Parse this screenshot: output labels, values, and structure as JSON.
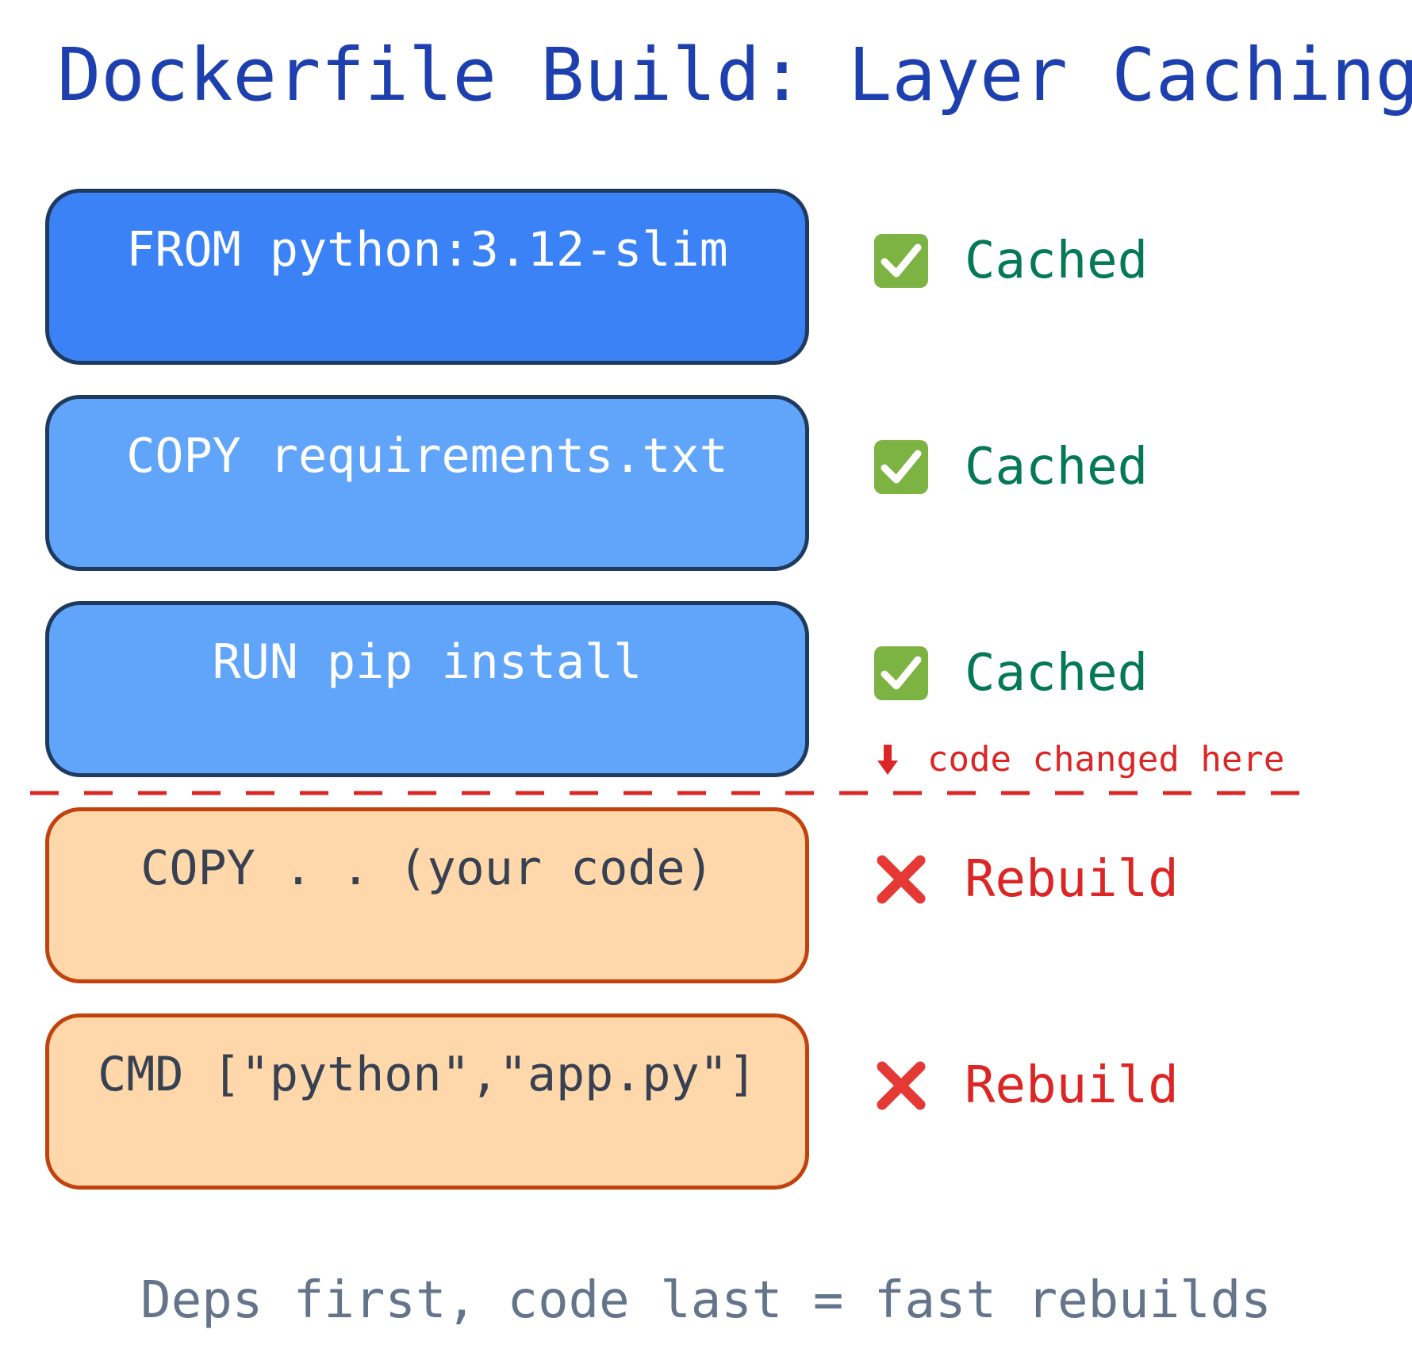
{
  "title": "Dockerfile Build: Layer Caching",
  "colors": {
    "title": "#1e40af",
    "base_fill": "#3b82f6",
    "cached_fill": "#60a5fa",
    "cached_border": "#1e3a5f",
    "cached_text": "#ffffff",
    "rebuild_fill": "#fed7aa",
    "rebuild_border": "#c2410c",
    "rebuild_text": "#374151",
    "cached_status": "#047857",
    "rebuild_status": "#dc2626",
    "divider": "#dc2626",
    "footer": "#64748b"
  },
  "layers": [
    {
      "instruction": "FROM python:3.12-slim",
      "status": "Cached",
      "status_icon": "check-mark-icon",
      "state": "cached",
      "fill": "#3b82f6"
    },
    {
      "instruction": "COPY requirements.txt",
      "status": "Cached",
      "status_icon": "check-mark-icon",
      "state": "cached",
      "fill": "#60a5fa"
    },
    {
      "instruction": "RUN pip install",
      "status": "Cached",
      "status_icon": "check-mark-icon",
      "state": "cached",
      "fill": "#60a5fa"
    },
    {
      "instruction": "COPY . . (your code)",
      "status": "Rebuild",
      "status_icon": "cross-mark-icon",
      "state": "rebuild",
      "fill": "#fed7aa"
    },
    {
      "instruction": "CMD [\"python\",\"app.py\"]",
      "status": "Rebuild",
      "status_icon": "cross-mark-icon",
      "state": "rebuild",
      "fill": "#fed7aa"
    }
  ],
  "change_marker": {
    "label": "code changed here",
    "icon": "down-arrow-icon"
  },
  "footer": "Deps first, code last = fast rebuilds"
}
